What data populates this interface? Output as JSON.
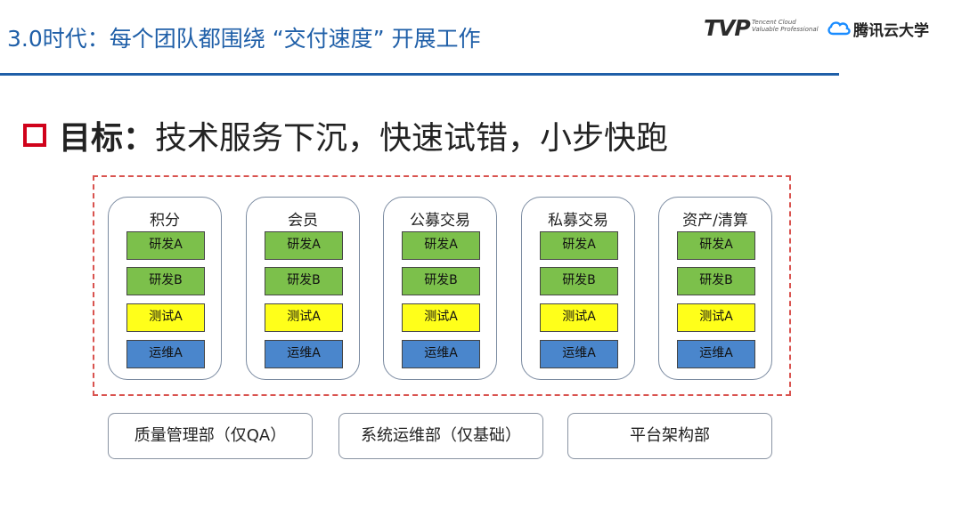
{
  "header": {
    "title": "3.0时代：每个团队都围绕 “交付速度” 开展工作",
    "logo_tvp": "TVP",
    "logo_tvp_sub_line1": "Tencent Cloud",
    "logo_tvp_sub_line2": "Valuable Professional",
    "logo_brand": "腾讯云大学"
  },
  "goal": {
    "label": "目标：",
    "text": "技术服务下沉，快速试错，小步快跑"
  },
  "teams": [
    {
      "name": "积分",
      "roles": [
        "研发A",
        "研发B",
        "测试A",
        "运维A"
      ]
    },
    {
      "name": "会员",
      "roles": [
        "研发A",
        "研发B",
        "测试A",
        "运维A"
      ]
    },
    {
      "name": "公募交易",
      "roles": [
        "研发A",
        "研发B",
        "测试A",
        "运维A"
      ]
    },
    {
      "name": "私募交易",
      "roles": [
        "研发A",
        "研发B",
        "测试A",
        "运维A"
      ]
    },
    {
      "name": "资产/清算",
      "roles": [
        "研发A",
        "研发B",
        "测试A",
        "运维A"
      ]
    }
  ],
  "departments": [
    "质量管理部（仅QA）",
    "系统运维部（仅基础）",
    "平台架构部"
  ],
  "colors": {
    "title": "#1f5fa8",
    "dev": "#7cc04b",
    "test": "#ffff1a",
    "ops": "#4a86cc",
    "dashed_border": "#d9534f",
    "goal_marker": "#d0021b"
  }
}
